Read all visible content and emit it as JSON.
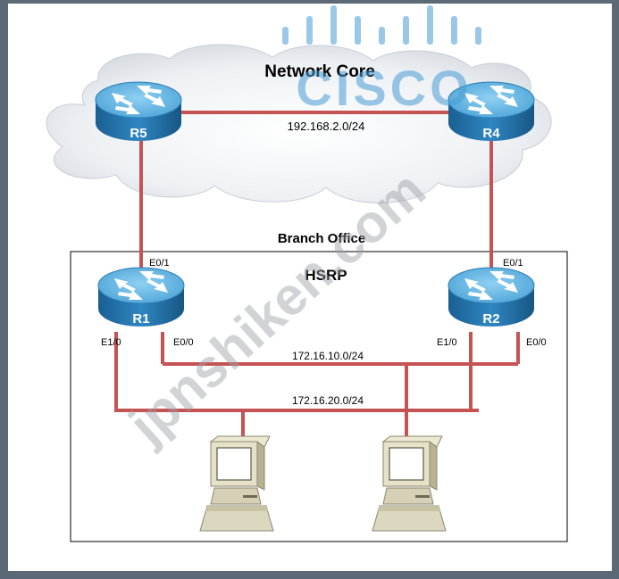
{
  "network_core": {
    "title": "Network Core",
    "subnet": "192.168.2.0/24"
  },
  "branch_office": {
    "title": "Branch Office",
    "protocol": "HSRP",
    "subnet_a": "172.16.10.0/24",
    "subnet_b": "172.16.20.0/24"
  },
  "routers": {
    "r5": {
      "label": "R5"
    },
    "r4": {
      "label": "R4"
    },
    "r1": {
      "label": "R1",
      "if_up": "E0/1",
      "if_left": "E1/0",
      "if_right": "E0/0"
    },
    "r2": {
      "label": "R2",
      "if_up": "E0/1",
      "if_left": "E1/0",
      "if_right": "E0/0"
    }
  },
  "watermark": {
    "logo": "CISCO",
    "text": "jpnshiken.com"
  },
  "colors": {
    "link": "#c65353",
    "router_top": "#5fb2e0",
    "router_side": "#1f6fa8",
    "watermark": "#4a9cd6"
  },
  "icons": {
    "router": "router-icon",
    "pc": "desktop-computer-icon",
    "logo": "cisco-logo-icon"
  }
}
